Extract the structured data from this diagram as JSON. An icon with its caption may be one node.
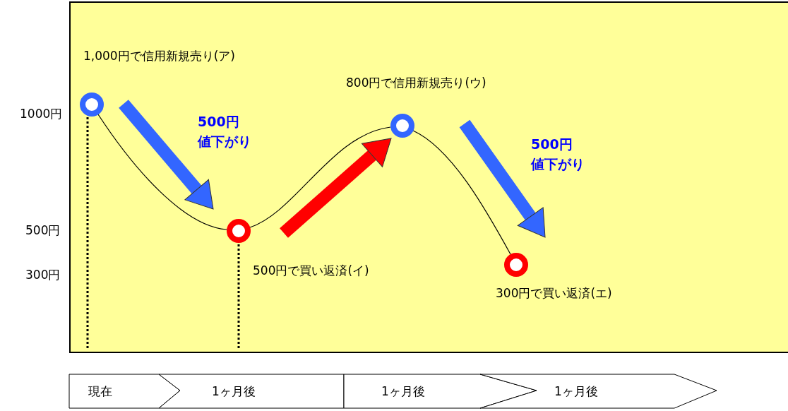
{
  "diagram": {
    "nodes": [
      {
        "text": [],
        "shape": "circle",
        "beside": [
          "1,000円で信用新規売り(ア)"
        ]
      },
      {
        "text": [],
        "shape": "circle",
        "beside": [
          "500円で買い返済(イ)"
        ]
      },
      {
        "text": [],
        "shape": "circle",
        "beside": [
          "800円で信用新規売り(ウ)"
        ]
      },
      {
        "text": [],
        "shape": "circle",
        "beside": [
          "300円で買い返済(エ)"
        ]
      },
      {
        "text": [
          "現在"
        ]
      },
      {
        "text": [
          "1ヶ月後"
        ]
      },
      {
        "text": [
          "1ヶ月後"
        ]
      },
      {
        "text": [
          "1ヶ月後"
        ]
      }
    ],
    "edges": [
      {
        "from": 0,
        "to": 1,
        "arrow": "none"
      },
      {
        "from": 1,
        "to": 2,
        "arrow": "none"
      },
      {
        "from": 2,
        "to": 3,
        "arrow": "none"
      },
      {
        "from": 0,
        "to": 1,
        "arrow": "to",
        "label": "500円値下がり",
        "style": "thick",
        "color": "#3366ff"
      },
      {
        "from": 1,
        "to": 2,
        "arrow": "to",
        "style": "thick",
        "color": "#ff0000"
      },
      {
        "from": 2,
        "to": 3,
        "arrow": "to",
        "label": "500円値下がり",
        "style": "thick",
        "color": "#3366ff"
      }
    ],
    "labels": [
      "1000円",
      "500円",
      "300円"
    ]
  }
}
